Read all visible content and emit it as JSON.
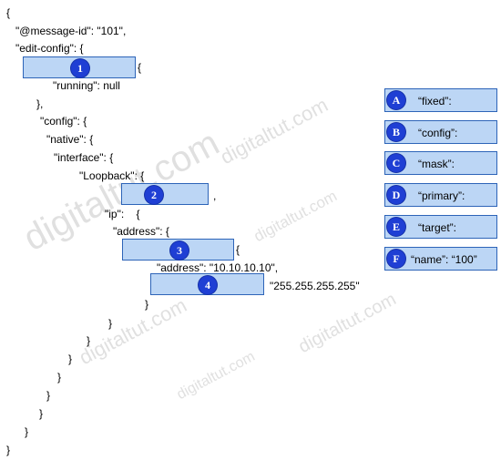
{
  "code_lines": [
    "{",
    "\"@message-id\": \"101\",",
    "\"edit-config\": {",
    "{",
    "\"running\": null",
    "},",
    "\"config\": {",
    "\"native\": {",
    "\"interface\": {",
    "\"Loopback\": {",
    ",",
    "\"ip\":    {",
    "\"address\": {",
    "{",
    "\"address\": \"10.10.10.10\",",
    "\"255.255.255.255\"",
    "}",
    "}",
    "}",
    "}",
    "}",
    "}",
    "}",
    "}",
    "}"
  ],
  "blanks": [
    {
      "badge": "1"
    },
    {
      "badge": "2"
    },
    {
      "badge": "3"
    },
    {
      "badge": "4"
    }
  ],
  "options": [
    {
      "letter": "A",
      "text": "“fixed”:"
    },
    {
      "letter": "B",
      "text": "“config”:"
    },
    {
      "letter": "C",
      "text": "“mask”:"
    },
    {
      "letter": "D",
      "text": "“primary”:"
    },
    {
      "letter": "E",
      "text": "“target”:"
    },
    {
      "letter": "F",
      "text": "“name”: “100”"
    }
  ],
  "watermark": "digitaltut.com"
}
